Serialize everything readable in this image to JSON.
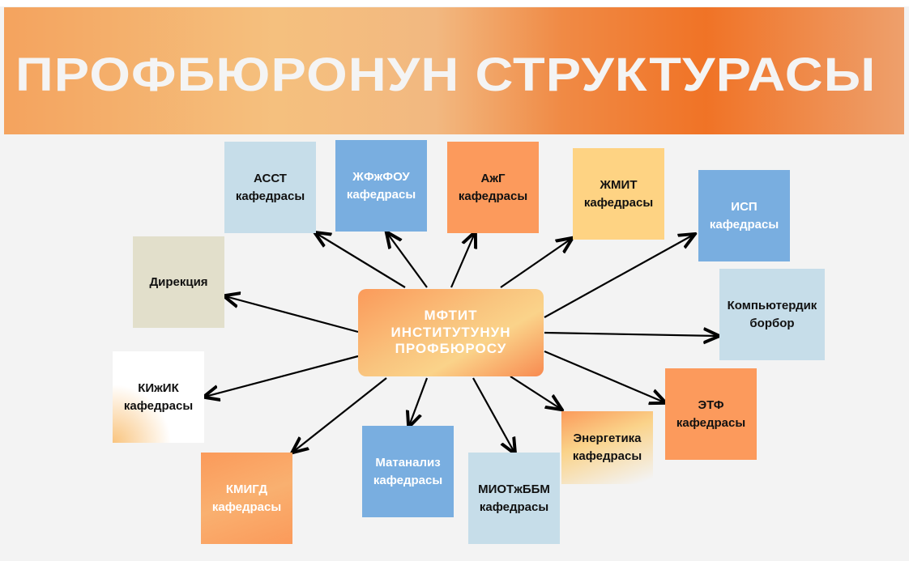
{
  "title": "ПРОФБЮРОНУН СТРУКТУРАСЫ",
  "center": {
    "line1": "МФТИТ",
    "line2": "ИНСТИТУТУНУН",
    "line3": "ПРОФБЮРОСУ"
  },
  "nodes": [
    {
      "l1": "АССТ",
      "l2": "кафедрасы"
    },
    {
      "l1": "ЖФжФОУ",
      "l2": "кафедрасы"
    },
    {
      "l1": "АжГ",
      "l2": "кафедрасы"
    },
    {
      "l1": "ЖМИТ",
      "l2": "кафедрасы"
    },
    {
      "l1": "ИСП",
      "l2": "кафедрасы"
    },
    {
      "l1": "Дирекция",
      "l2": ""
    },
    {
      "l1": "Компьютердик",
      "l2": "борбор"
    },
    {
      "l1": "КИжИК",
      "l2": "кафедрасы"
    },
    {
      "l1": "ЭТФ",
      "l2": "кафедрасы"
    },
    {
      "l1": "Энергетика",
      "l2": "кафедрасы"
    },
    {
      "l1": "КМИГД",
      "l2": "кафедрасы"
    },
    {
      "l1": "Матанализ",
      "l2": "кафедрасы"
    },
    {
      "l1": "МИОТжББМ",
      "l2": "кафедрасы"
    }
  ]
}
